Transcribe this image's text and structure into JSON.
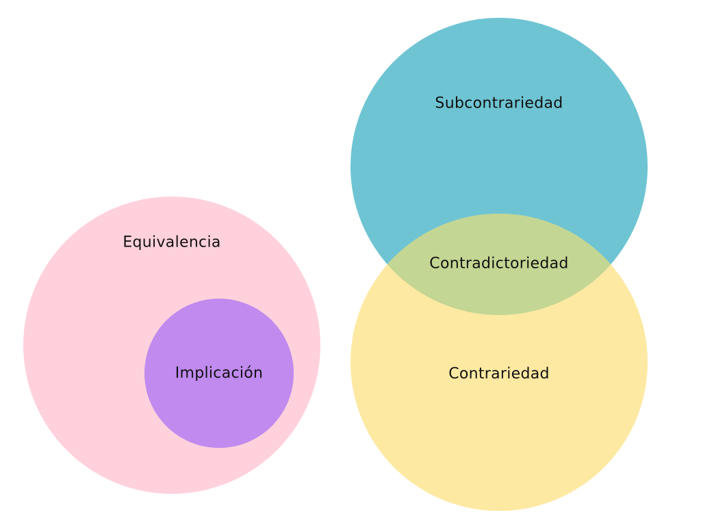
{
  "labels": {
    "equivalencia": "Equivalencia",
    "implicacion": "Implicación",
    "subcontrariedad": "Subcontrariedad",
    "contradictoriedad": "Contradictoriedad",
    "contrariedad": "Contrariedad"
  },
  "colors": {
    "equivalencia": "#ffd1dc",
    "implicacion": "#c08aef",
    "subcontrariedad": "#6ec4d3",
    "contrariedad": "#fde9a2",
    "contradictoriedad": "#c3d693"
  }
}
